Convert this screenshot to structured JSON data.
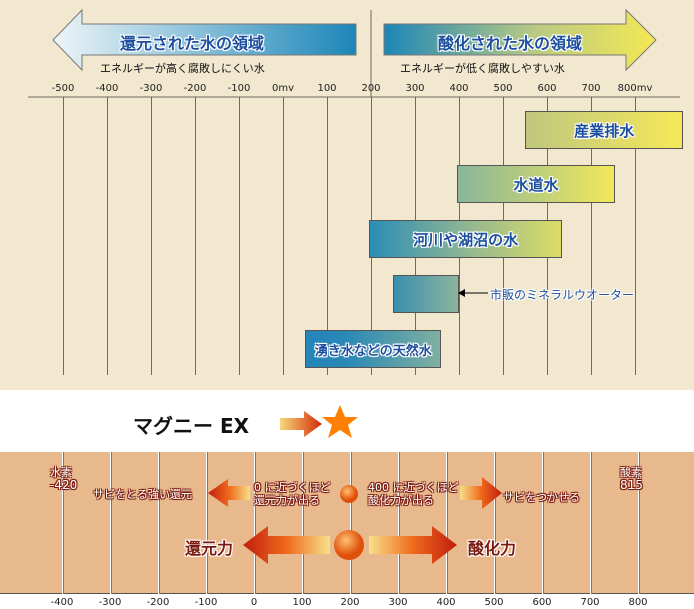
{
  "header": {
    "reduced_region": "還元された水の領域",
    "reduced_sub": "エネルギーが高く腐敗しにくい水",
    "oxidized_region": "酸化された水の領域",
    "oxidized_sub": "エネルギーが低く腐敗しやすい水"
  },
  "top_axis": {
    "ticks": [
      "-500",
      "-400",
      "-300",
      "-200",
      "-100",
      "0mv",
      "100",
      "200",
      "300",
      "400",
      "500",
      "600",
      "700",
      "800mv"
    ],
    "values": [
      -500,
      -400,
      -300,
      -200,
      -100,
      0,
      100,
      200,
      300,
      400,
      500,
      600,
      700,
      800
    ]
  },
  "water_types": [
    {
      "label": "産業排水",
      "range": [
        550,
        910
      ]
    },
    {
      "label": "水道水",
      "range": [
        395,
        755
      ]
    },
    {
      "label": "河川や湖沼の水",
      "range": [
        195,
        635
      ]
    },
    {
      "label": "",
      "range": [
        250,
        400
      ]
    },
    {
      "label": "湧き水などの天然水",
      "range": [
        50,
        360
      ]
    }
  ],
  "mineral_water_label": "市販のミネラルウオーター",
  "product": {
    "name": "マグニー EX"
  },
  "bottom": {
    "hydrogen_label": "水素",
    "hydrogen_value": "-420",
    "oxygen_label": "酸素",
    "oxygen_value": "815",
    "rust_remove": "サビをとる強い還元",
    "near_zero_1": "0 に近づくほど",
    "near_zero_2": "還元力が出る",
    "near_400_1": "400 に近づくほど",
    "near_400_2": "酸化力が出る",
    "rust_make": "サビをつかせる",
    "reduction_power": "還元力",
    "oxidation_power": "酸化力",
    "ticks": [
      "-400",
      "-300",
      "-200",
      "-100",
      "0",
      "100",
      "200",
      "300",
      "400",
      "500",
      "600",
      "700",
      "800"
    ],
    "values": [
      -400,
      -300,
      -200,
      -100,
      0,
      100,
      200,
      300,
      400,
      500,
      600,
      700,
      800
    ]
  },
  "colors": {
    "top_bg": "#f1e8cf",
    "bottom_bg": "#e8b98c",
    "text_blue": "#1d4f9e",
    "star": "#ff8000"
  }
}
